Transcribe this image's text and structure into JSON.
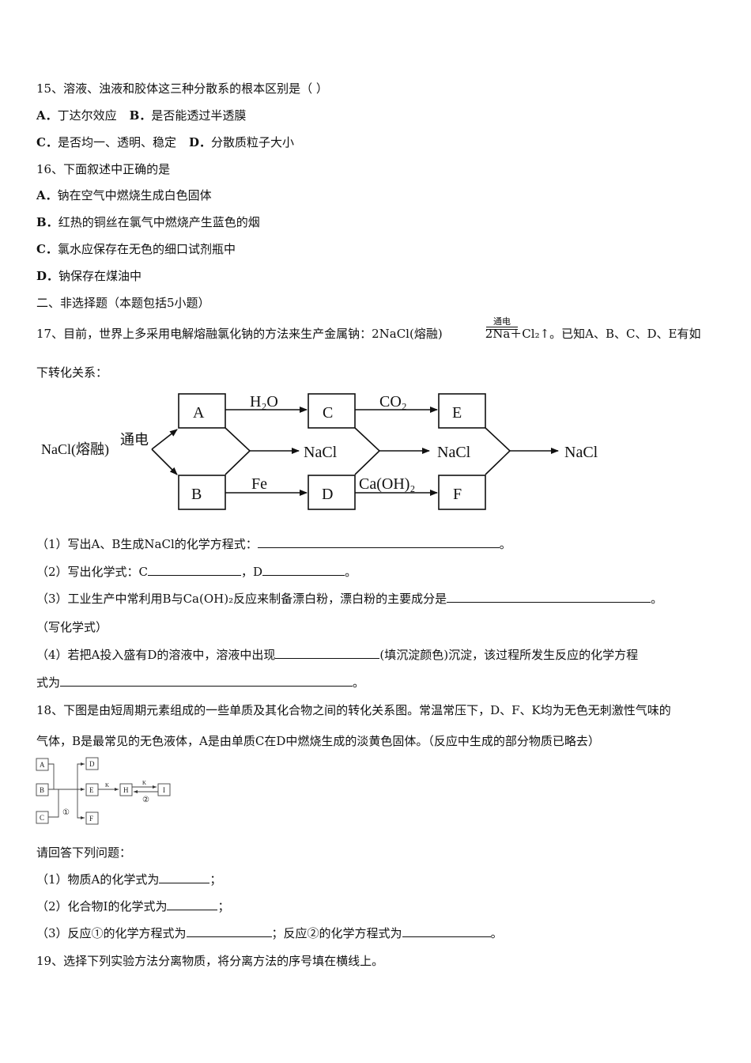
{
  "q15": {
    "stem": "15、溶液、浊液和胶体这三种分散系的根本区别是（    ）",
    "optA_key": "A．",
    "optA": "丁达尔效应",
    "optB_key": "B．",
    "optB": "是否能透过半透膜",
    "optC_key": "C．",
    "optC": "是否均一、透明、稳定",
    "optD_key": "D．",
    "optD": "分散质粒子大小"
  },
  "q16": {
    "stem": "16、下面叙述中正确的是",
    "optA_key": "A．",
    "optA": "钠在空气中燃烧生成白色固体",
    "optB_key": "B．",
    "optB": "红热的铜丝在氯气中燃烧产生蓝色的烟",
    "optC_key": "C．",
    "optC": "氯水应保存在无色的细口试剂瓶中",
    "optD_key": "D．",
    "optD": "钠保存在煤油中"
  },
  "section2": {
    "title": "二、非选择题（本题包括5小题）"
  },
  "q17": {
    "stem_a": "17、目前，世界上多采用电解熔融氯化钠的方法来生产金属钠：2NaCl(熔融)",
    "eq_condition": "通电",
    "stem_b": "2Na＋Cl₂↑。已知A、B、C、D、E有如",
    "stem_c": "下转化关系：",
    "diagram": {
      "start": "NaCl(熔融)",
      "start_condition": "通电",
      "A": "A",
      "B": "B",
      "C": "C",
      "D": "D",
      "E": "E",
      "F": "F",
      "reagent_AC": "H₂O",
      "reagent_CE": "CO₂",
      "reagent_BD": "Fe",
      "reagent_DF": "Ca(OH)₂",
      "prod1": "NaCl",
      "prod2": "NaCl",
      "prod3": "NaCl"
    },
    "p1_a": "（1）写出A、B生成NaCl的化学方程式：",
    "p1_b": "。",
    "p2_a": "（2）写出化学式：C",
    "p2_b": "，D",
    "p2_c": "。",
    "p3_a": "（3）工业生产中常利用B与Ca(OH)₂反应来制备漂白粉，漂白粉的主要成分是",
    "p3_b": "。",
    "p3_c": "（写化学式）",
    "p4_a": "（4）若把A投入盛有D的溶液中，溶液中出现",
    "p4_b": "(填沉淀颜色)沉淀，该过程所发生反应的化学方程",
    "p4_c": "式为",
    "p4_d": "。"
  },
  "q18": {
    "stem_a": "18、下图是由短周期元素组成的一些单质及其化合物之间的转化关系图。常温常压下，D、F、K均为无色无刺激性气味的",
    "stem_b": "气体，B是最常见的无色液体，A是由单质C在D中燃烧生成的淡黄色固体。（反应中生成的部分物质已略去）",
    "diagram": {
      "A": "A",
      "B": "B",
      "C": "C",
      "D": "D",
      "E": "E",
      "F": "F",
      "H": "H",
      "I": "I",
      "K1": "K",
      "K2": "K",
      "mark1": "①",
      "mark2": "②"
    },
    "ask": "请回答下列问题：",
    "p1_a": "（1）物质A的化学式为",
    "p1_b": "；",
    "p2_a": "（2）化合物I的化学式为",
    "p2_b": "；",
    "p3_a": "（3）反应①的化学方程式为",
    "p3_b": "；反应②的化学方程式为",
    "p3_c": "。"
  },
  "q19": {
    "stem": "19、选择下列实验方法分离物质，将分离方法的序号填在横线上。"
  }
}
